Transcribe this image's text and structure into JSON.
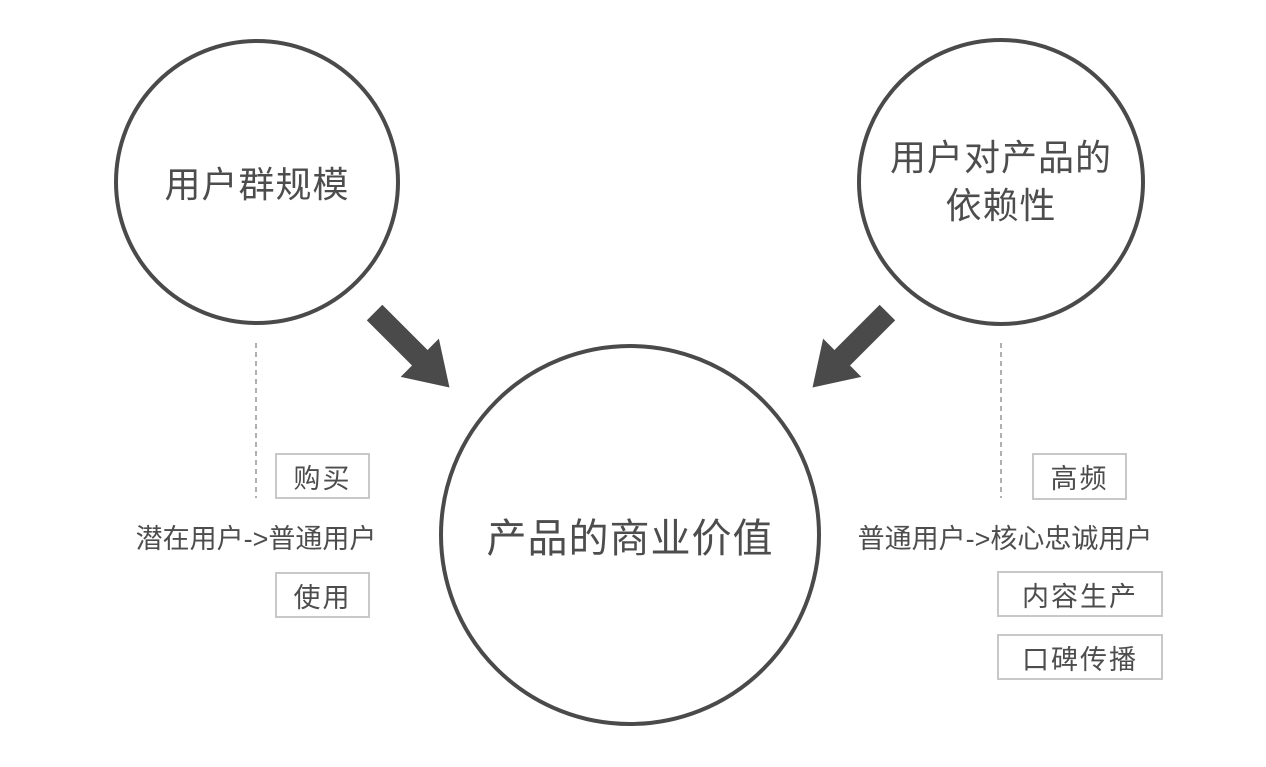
{
  "circles": {
    "user_base": {
      "label": "用户群规模"
    },
    "dependency": {
      "line1": "用户对产品的",
      "line2": "依赖性"
    },
    "business_value": {
      "label": "产品的商业价值"
    }
  },
  "left_flow": {
    "tag_buy": "购买",
    "transition": "潜在用户->普通用户",
    "tag_use": "使用"
  },
  "right_flow": {
    "tag_high_freq": "高频",
    "transition": "普通用户->核心忠诚用户",
    "tag_content_production": "内容生产",
    "tag_word_of_mouth": "口碑传播"
  },
  "colors": {
    "stroke": "#4a4a4a",
    "text": "#4d4d4d",
    "box_border": "#c8c8c8",
    "dash_line": "#b0b0b0",
    "background": "#ffffff"
  }
}
